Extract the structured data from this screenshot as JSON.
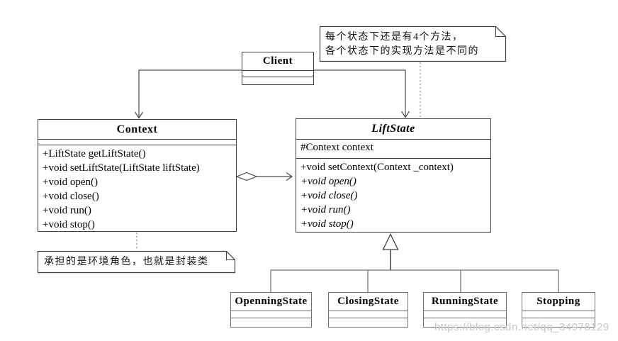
{
  "colors": {
    "box_border": "#3f3f3f",
    "subclass_border": "#6f6f6f",
    "connector_line": "#4b4b4b",
    "dotted_line": "#8a8a8a",
    "watermark_text": "#c9c9c9"
  },
  "notes": {
    "top_line1": "每个状态下还是有4个方法，",
    "top_line2": "各个状态下的实现方法是不同的",
    "bottom": "承担的是环境角色，也就是封装类"
  },
  "classes": {
    "client": {
      "name": "Client"
    },
    "context": {
      "name": "Context",
      "methods": [
        "+LiftState getLiftState()",
        "+void setLiftState(LiftState liftState)",
        "+void open()",
        "+void close()",
        "+void run()",
        "+void stop()"
      ]
    },
    "liftstate": {
      "name": "LiftState",
      "attribute": "#Context context",
      "methods": [
        "+void setContext(Context _context)",
        "+void open()",
        "+void close()",
        "+void run()",
        "+void stop()"
      ]
    },
    "subclasses": [
      {
        "name": "OpenningState"
      },
      {
        "name": "ClosingState"
      },
      {
        "name": "RunningState"
      },
      {
        "name": "Stopping"
      }
    ]
  },
  "watermark": "https://blog.csdn.net/qq_34978129"
}
